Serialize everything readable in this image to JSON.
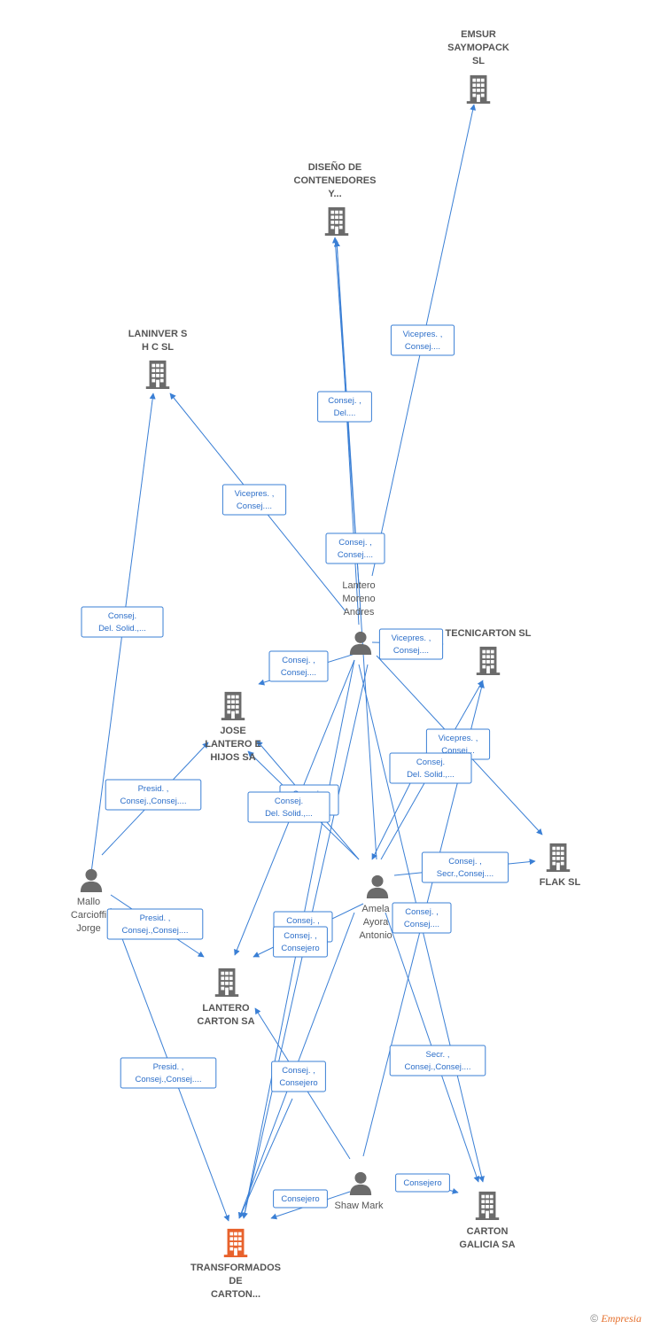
{
  "colors": {
    "edge": "#3a7fd5",
    "company": "#6b6b6b",
    "focus_company": "#e8622c",
    "person": "#6b6b6b",
    "label": "#555555"
  },
  "companies": [
    {
      "id": "emsur",
      "lines": [
        "EMSUR",
        "SAYMOPACK",
        "SL"
      ],
      "icon": "building-icon"
    },
    {
      "id": "diseno",
      "lines": [
        "DISEÑO DE",
        "CONTENEDORES",
        "Y..."
      ],
      "icon": "building-icon"
    },
    {
      "id": "laninver",
      "lines": [
        "LANINVER S",
        "H C SL"
      ],
      "icon": "building-icon"
    },
    {
      "id": "tecnicarton",
      "lines": [
        "TECNICARTON SL"
      ],
      "icon": "building-icon"
    },
    {
      "id": "jose",
      "lines": [
        "JOSE",
        "LANTERO E",
        "HIJOS SA"
      ],
      "icon": "building-icon"
    },
    {
      "id": "flak",
      "lines": [
        "FLAK SL"
      ],
      "icon": "building-icon"
    },
    {
      "id": "lanterocarton",
      "lines": [
        "LANTERO",
        "CARTON SA"
      ],
      "icon": "building-icon"
    },
    {
      "id": "cartongalicia",
      "lines": [
        "CARTON",
        "GALICIA SA"
      ],
      "icon": "building-icon"
    },
    {
      "id": "transformados",
      "lines": [
        "TRANSFORMADOS",
        "DE",
        "CARTON..."
      ],
      "icon": "building-icon",
      "focus": true
    }
  ],
  "people": [
    {
      "id": "lantero",
      "lines": [
        "Lantero",
        "Moreno",
        "Andres"
      ],
      "icon": "person-icon"
    },
    {
      "id": "mallo",
      "lines": [
        "Mallo",
        "Carcioffi",
        "Jorge"
      ],
      "icon": "person-icon"
    },
    {
      "id": "amela",
      "lines": [
        "Amela",
        "Ayora",
        "Antonio"
      ],
      "icon": "person-icon"
    },
    {
      "id": "shaw",
      "lines": [
        "Shaw Mark"
      ],
      "icon": "person-icon"
    }
  ],
  "relations": [
    {
      "lines": [
        "Vicepres. ,",
        "Consej...."
      ]
    },
    {
      "lines": [
        "Consej. ,",
        "Del...."
      ]
    },
    {
      "lines": [
        "Vicepres. ,",
        "Consej...."
      ]
    },
    {
      "lines": [
        "Consej. ,",
        "Consej...."
      ]
    },
    {
      "lines": [
        "Consej.",
        "Del. Solid.,..."
      ]
    },
    {
      "lines": [
        "Vicepres. ,",
        "Consej...."
      ]
    },
    {
      "lines": [
        "Consej. ,",
        "Consej...."
      ]
    },
    {
      "lines": [
        "Vicepres. ,",
        "Consej..."
      ]
    },
    {
      "lines": [
        "Consej.",
        "Del. Solid.,..."
      ]
    },
    {
      "lines": [
        "Presid. ,",
        "Consej.,Consej...."
      ]
    },
    {
      "lines": [
        "Consej. ,",
        "Consej...."
      ]
    },
    {
      "lines": [
        "Consej.",
        "Del. Solid.,..."
      ]
    },
    {
      "lines": [
        "Consej. ,",
        "Secr.,Consej...."
      ]
    },
    {
      "lines": [
        "Presid. ,",
        "Consej.,Consej...."
      ]
    },
    {
      "lines": [
        "Consej. ,",
        "Consej...."
      ]
    },
    {
      "lines": [
        "Consej. ,",
        "Consej...."
      ]
    },
    {
      "lines": [
        "Consej. ,",
        "Consejero"
      ]
    },
    {
      "lines": [
        "Presid. ,",
        "Consej.,Consej...."
      ]
    },
    {
      "lines": [
        "Consej. ,",
        "Consejero"
      ]
    },
    {
      "lines": [
        "Secr. ,",
        "Consej.,Consej...."
      ]
    },
    {
      "lines": [
        "Consejero"
      ]
    },
    {
      "lines": [
        "Consejero"
      ]
    }
  ],
  "footer": {
    "copyright": "©",
    "brand": "Empresia"
  }
}
